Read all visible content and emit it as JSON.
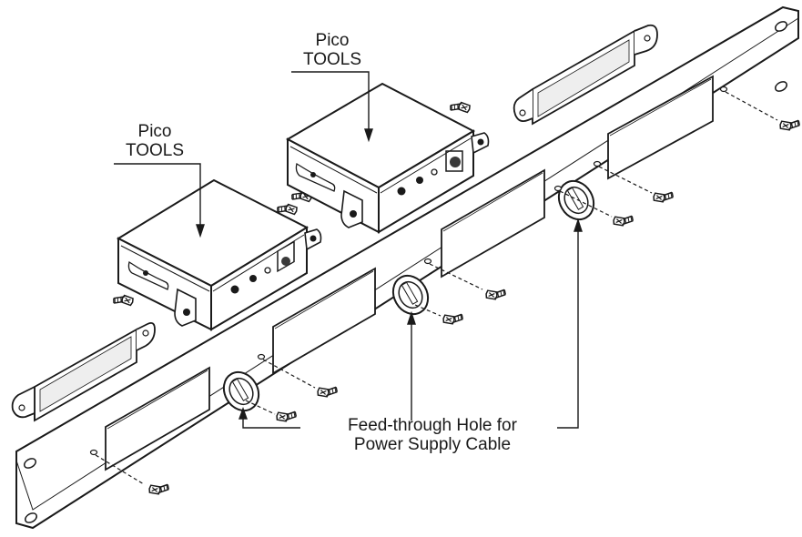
{
  "labels": {
    "unit_top": {
      "line1": "Pico",
      "line2": "TOOLS"
    },
    "unit_left": {
      "line1": "Pico",
      "line2": "TOOLS"
    },
    "feed_through": {
      "line1": "Feed-through Hole for",
      "line2": "Power Supply Cable"
    }
  },
  "colors": {
    "ink": "#1a1a1a",
    "panel_fill": "#ffffff",
    "shade": "#d8d8d8",
    "dark": "#3a3a3a"
  }
}
